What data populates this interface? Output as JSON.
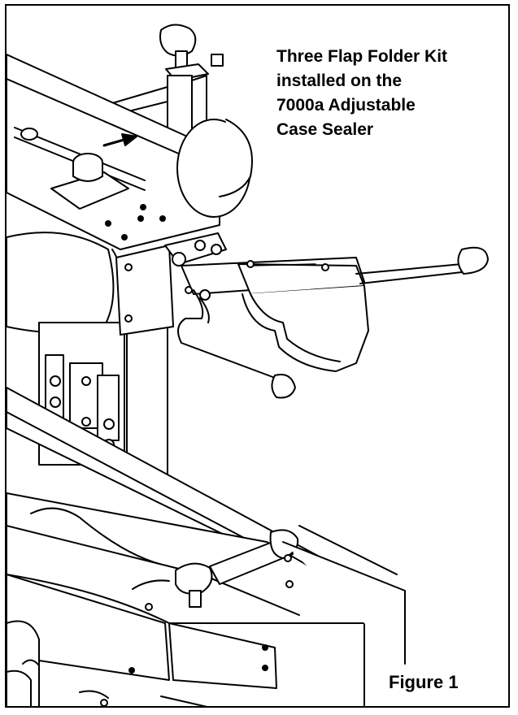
{
  "caption": {
    "lines": [
      "Three Flap Folder Kit",
      "installed on the",
      "7000a Adjustable",
      "Case Sealer"
    ]
  },
  "figure": {
    "label": "Figure 1"
  },
  "colors": {
    "ink": "#000000",
    "paper": "#ffffff",
    "border": "#000000"
  }
}
